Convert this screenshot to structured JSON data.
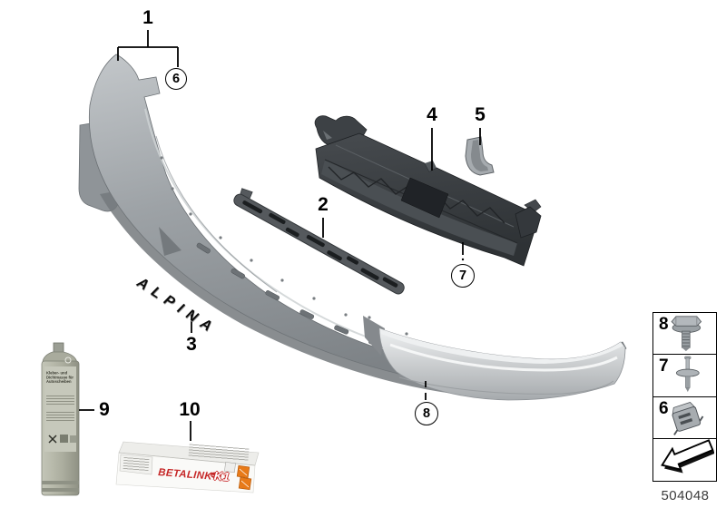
{
  "diagram": {
    "type": "parts-exploded-view",
    "subject": "front spoiler / aerodynamic trim",
    "background": "#ffffff"
  },
  "callouts": {
    "1": "1",
    "2": "2",
    "3": "3",
    "4": "4",
    "5": "5",
    "6": "6",
    "7": "7",
    "8": "8",
    "9": "9",
    "10": "10"
  },
  "sidebar": {
    "fastener_rows": [
      {
        "number": "8",
        "icon": "hex-flange-screw-icon"
      },
      {
        "number": "7",
        "icon": "expansion-rivet-icon"
      },
      {
        "number": "6",
        "icon": "sheet-metal-clip-icon"
      }
    ],
    "arrow_icon": "direction-arrow-icon",
    "diagram_number": "504048"
  },
  "parts": {
    "emblem_text": "ALPINA",
    "tube_label": {
      "line1": "Kleber- und",
      "line2": "Dichtmasse für",
      "line3": "Autoscheiben"
    },
    "box_brand": "BETALINK",
    "box_brand_suffix": "K1"
  },
  "colors": {
    "spoiler_gray": "#9da2a6",
    "spoiler_silver": "#cdd0d2",
    "panel_dark": "#3a3e42",
    "brand_red": "#c62828",
    "hazard_orange": "#e87a18"
  }
}
